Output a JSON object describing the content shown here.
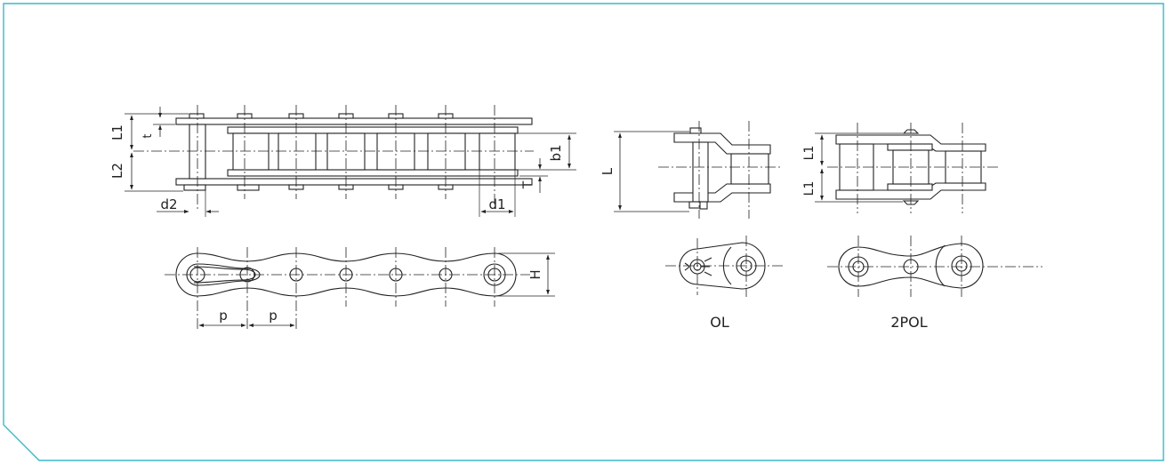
{
  "colors": {
    "frame": "#3ab8c9",
    "line": "#222222"
  },
  "labels": {
    "L1": "L1",
    "t": "t",
    "L2": "L2",
    "d2": "d2",
    "d1": "d1",
    "b1": "b1",
    "T": "T",
    "H": "H",
    "p1": "p",
    "p2": "p",
    "L": "L",
    "L1_top": "L1",
    "L1_bottom": "L1"
  },
  "captions": {
    "ol": "OL",
    "pol": "2POL"
  }
}
